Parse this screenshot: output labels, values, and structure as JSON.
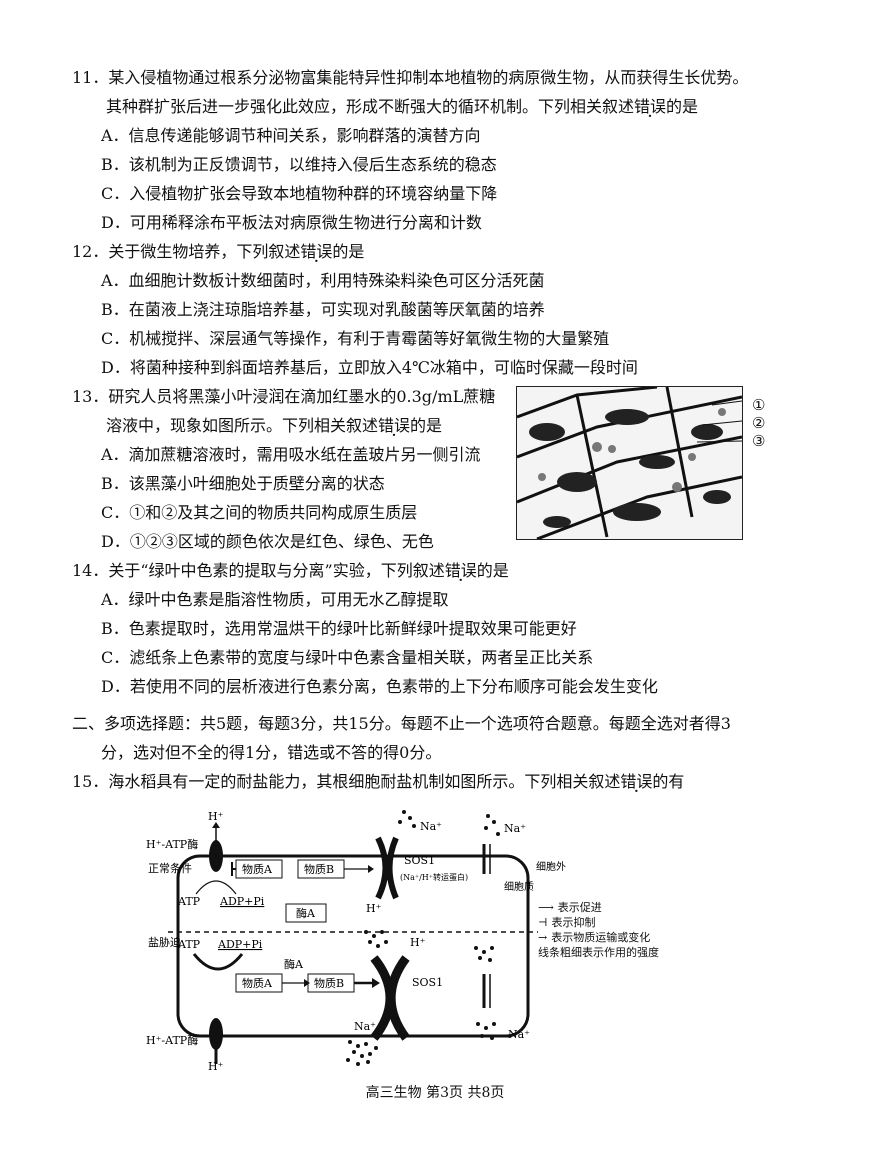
{
  "q11": {
    "stem1": "11．某入侵植物通过根系分泌物富集能特异性抑制本地植物的病原微生物，从而获得生长优势。",
    "stem2": "其种群扩张后进一步强化此效应，形成不断强大的循环机制。下列相关叙述",
    "wrong": "错误",
    "stem_end": "的是",
    "A": "A．信息传递能够调节种间关系，影响群落的演替方向",
    "B": "B．该机制为正反馈调节，以维持入侵后生态系统的稳态",
    "C": "C．入侵植物扩张会导致本地植物种群的环境容纳量下降",
    "D": "D．可用稀释涂布平板法对病原微生物进行分离和计数"
  },
  "q12": {
    "stem": "12．关于微生物培养，下列叙述",
    "wrong": "错误",
    "stem_end": "的是",
    "A": "A．血细胞计数板计数细菌时，利用特殊染料染色可区分活死菌",
    "B": "B．在菌液上浇注琼脂培养基，可实现对乳酸菌等厌氧菌的培养",
    "C": "C．机械搅拌、深层通气等操作，有利于青霉菌等好氧微生物的大量繁殖",
    "D": "D．将菌种接种到斜面培养基后，立即放入4℃冰箱中，可临时保藏一段时间"
  },
  "q13": {
    "stem1": "13．研究人员将黑藻小叶浸润在滴加红墨水的0.3g/mL蔗糖",
    "stem2": "溶液中，现象如图所示。下列相关叙述",
    "wrong": "错误",
    "stem_end": "的是",
    "A": "A．滴加蔗糖溶液时，需用吸水纸在盖玻片另一侧引流",
    "B": "B．该黑藻小叶细胞处于质壁分离的状态",
    "C": "C．①和②及其之间的物质共同构成原生质层",
    "D": "D．①②③区域的颜色依次是红色、绿色、无色",
    "labels": [
      "①",
      "②",
      "③"
    ]
  },
  "q14": {
    "stem": "14．关于“绿叶中色素的提取与分离”实验，下列叙述",
    "wrong": "错误",
    "stem_end": "的是",
    "A": "A．绿叶中色素是脂溶性物质，可用无水乙醇提取",
    "B": "B．色素提取时，选用常温烘干的绿叶比新鲜绿叶提取效果可能更好",
    "C": "C．滤纸条上色素带的宽度与绿叶中色素含量相关联，两者呈正比关系",
    "D": "D．若使用不同的层析液进行色素分离，色素带的上下分布顺序可能会发生变化"
  },
  "section2": {
    "line1": "二、多项选择题：共5题，每题3分，共15分。每题不止一个选项符合题意。每题全选对者得3",
    "line2": "分，选对但不全的得1分，错选或不答的得0分。"
  },
  "q15": {
    "stem": "15．海水稻具有一定的耐盐能力，其根细胞耐盐机制如图所示。下列相关叙述",
    "wrong": "错误",
    "stem_end": "的有"
  },
  "diagram": {
    "h_plus": "H⁺",
    "na_plus": "Na⁺",
    "h_atp_enzyme": "H⁺-ATP酶",
    "substance_a": "物质A",
    "substance_b": "物质B",
    "sos1": "SOS1",
    "sos1_note": "(Na⁺/H⁺转运蛋白)",
    "atp": "ATP",
    "adp_pi": "ADP+Pi",
    "enzyme_a": "酶A",
    "normal": "正常条件",
    "salt": "盐胁迫",
    "cytoplasm": "细胞质",
    "extracellular": "细胞外",
    "legend_promote": "表示促进",
    "legend_inhibit": "表示抑制",
    "legend_transport": "表示物质运输或变化",
    "legend_thickness": "线条粗细表示作用的强度"
  },
  "footer": "高三生物 第3页 共8页"
}
